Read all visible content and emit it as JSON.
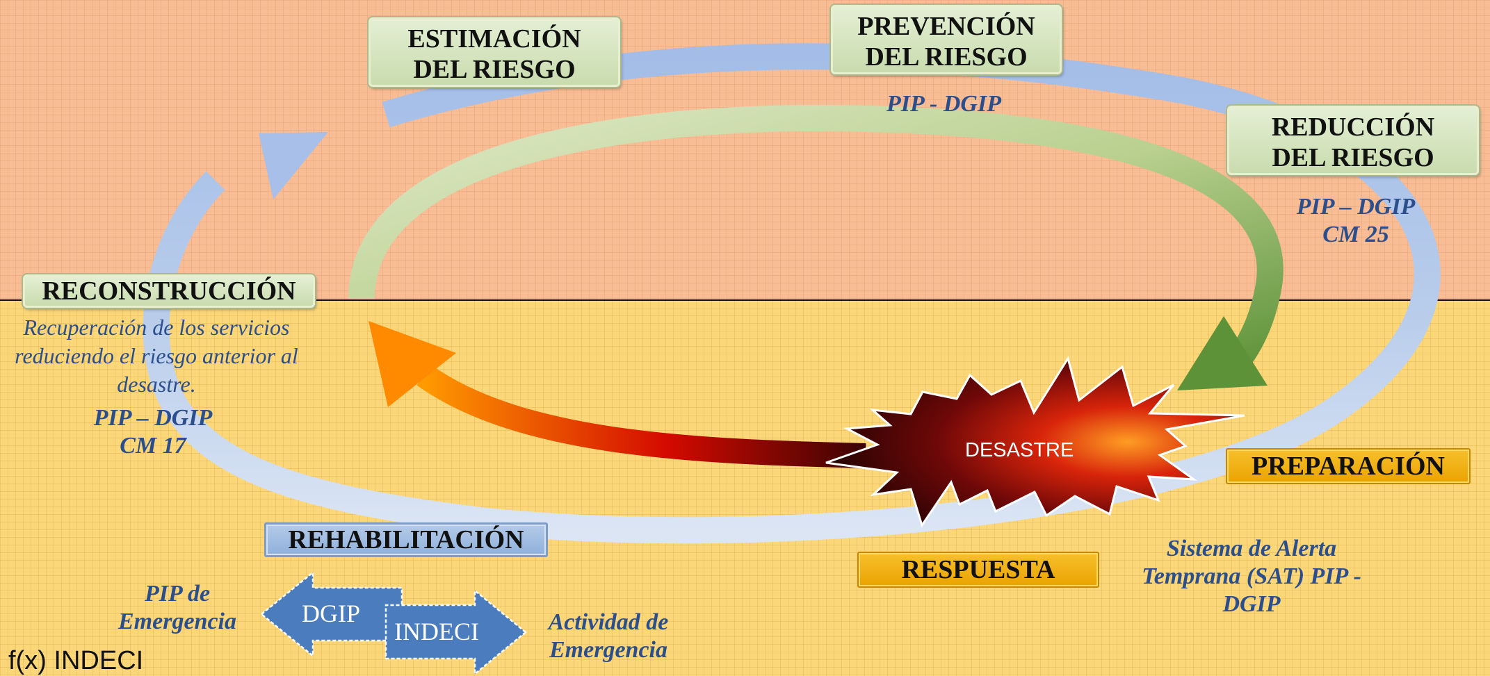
{
  "phases": {
    "estimacion": "ESTIMACIÓN DEL RIESGO",
    "prevencion": "PREVENCIÓN DEL RIESGO",
    "reduccion": "REDUCCIÓN DEL RIESGO",
    "reconstruccion": "RECONSTRUCCIÓN",
    "rehabilitacion": "REHABILITACIÓN",
    "respuesta": "RESPUESTA",
    "preparacion": "PREPARACIÓN"
  },
  "center": {
    "desastre": "DESASTRE"
  },
  "notes": {
    "prevencion": "PIP - DGIP",
    "reduccion": "PIP – DGIP CM 25",
    "reconstruccion_desc": "Recuperación de los servicios reduciendo el riesgo anterior al desastre.",
    "reconstruccion": "PIP – DGIP CM 17",
    "preparacion": "Sistema de Alerta Temprana (SAT) PIP - DGIP",
    "pip_emergencia": "PIP de Emergencia",
    "actividad_emergencia": "Actividad de Emergencia"
  },
  "arrows": {
    "dgip": "DGIP",
    "indeci": "INDECI"
  },
  "footer": "f(x) INDECI",
  "colors": {
    "top_band": "#f8bd94",
    "bottom_band": "#fbd77a",
    "cycle_arrow": "#a9c0ea",
    "note_text": "#2b4e8c"
  }
}
